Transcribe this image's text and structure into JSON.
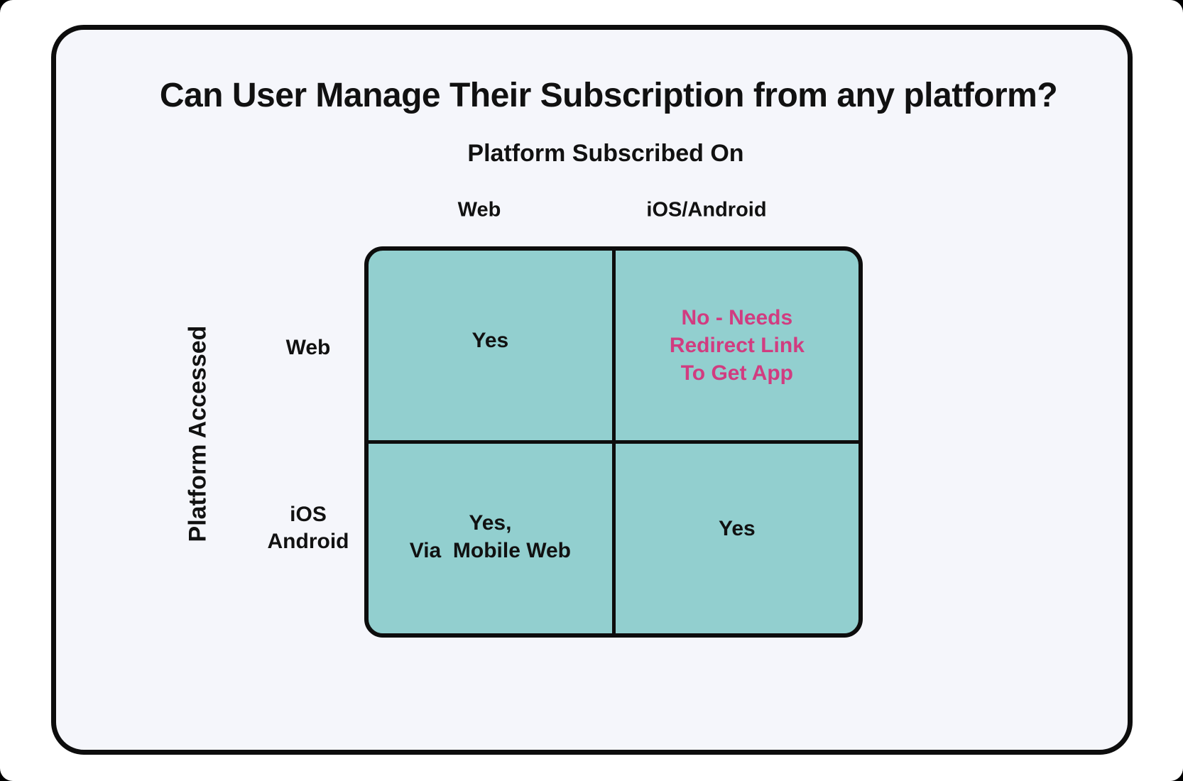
{
  "title": "Can User Manage Their Subscription from any platform?",
  "matrix": {
    "column_axis_label": "Platform Subscribed On",
    "row_axis_label": "Platform Accessed",
    "columns": [
      "Web",
      "iOS/Android"
    ],
    "rows": [
      "Web",
      "iOS\nAndroid"
    ],
    "cells": [
      {
        "row": "Web",
        "col": "Web",
        "text": "Yes",
        "emphasis": "normal"
      },
      {
        "row": "Web",
        "col": "iOS/Android",
        "text": "No - Needs\nRedirect Link\nTo Get App",
        "emphasis": "highlight"
      },
      {
        "row": "iOS Android",
        "col": "Web",
        "text": "Yes,\nVia  Mobile Web",
        "emphasis": "normal"
      },
      {
        "row": "iOS Android",
        "col": "iOS/Android",
        "text": "Yes",
        "emphasis": "normal"
      }
    ]
  },
  "colors": {
    "cell_fill": "#92cfcf",
    "highlight_text": "#d13c80",
    "line_color": "#0d0d0d",
    "card_background": "#f5f6fb",
    "canvas_background": "#ffffff",
    "text_color": "#111111"
  }
}
